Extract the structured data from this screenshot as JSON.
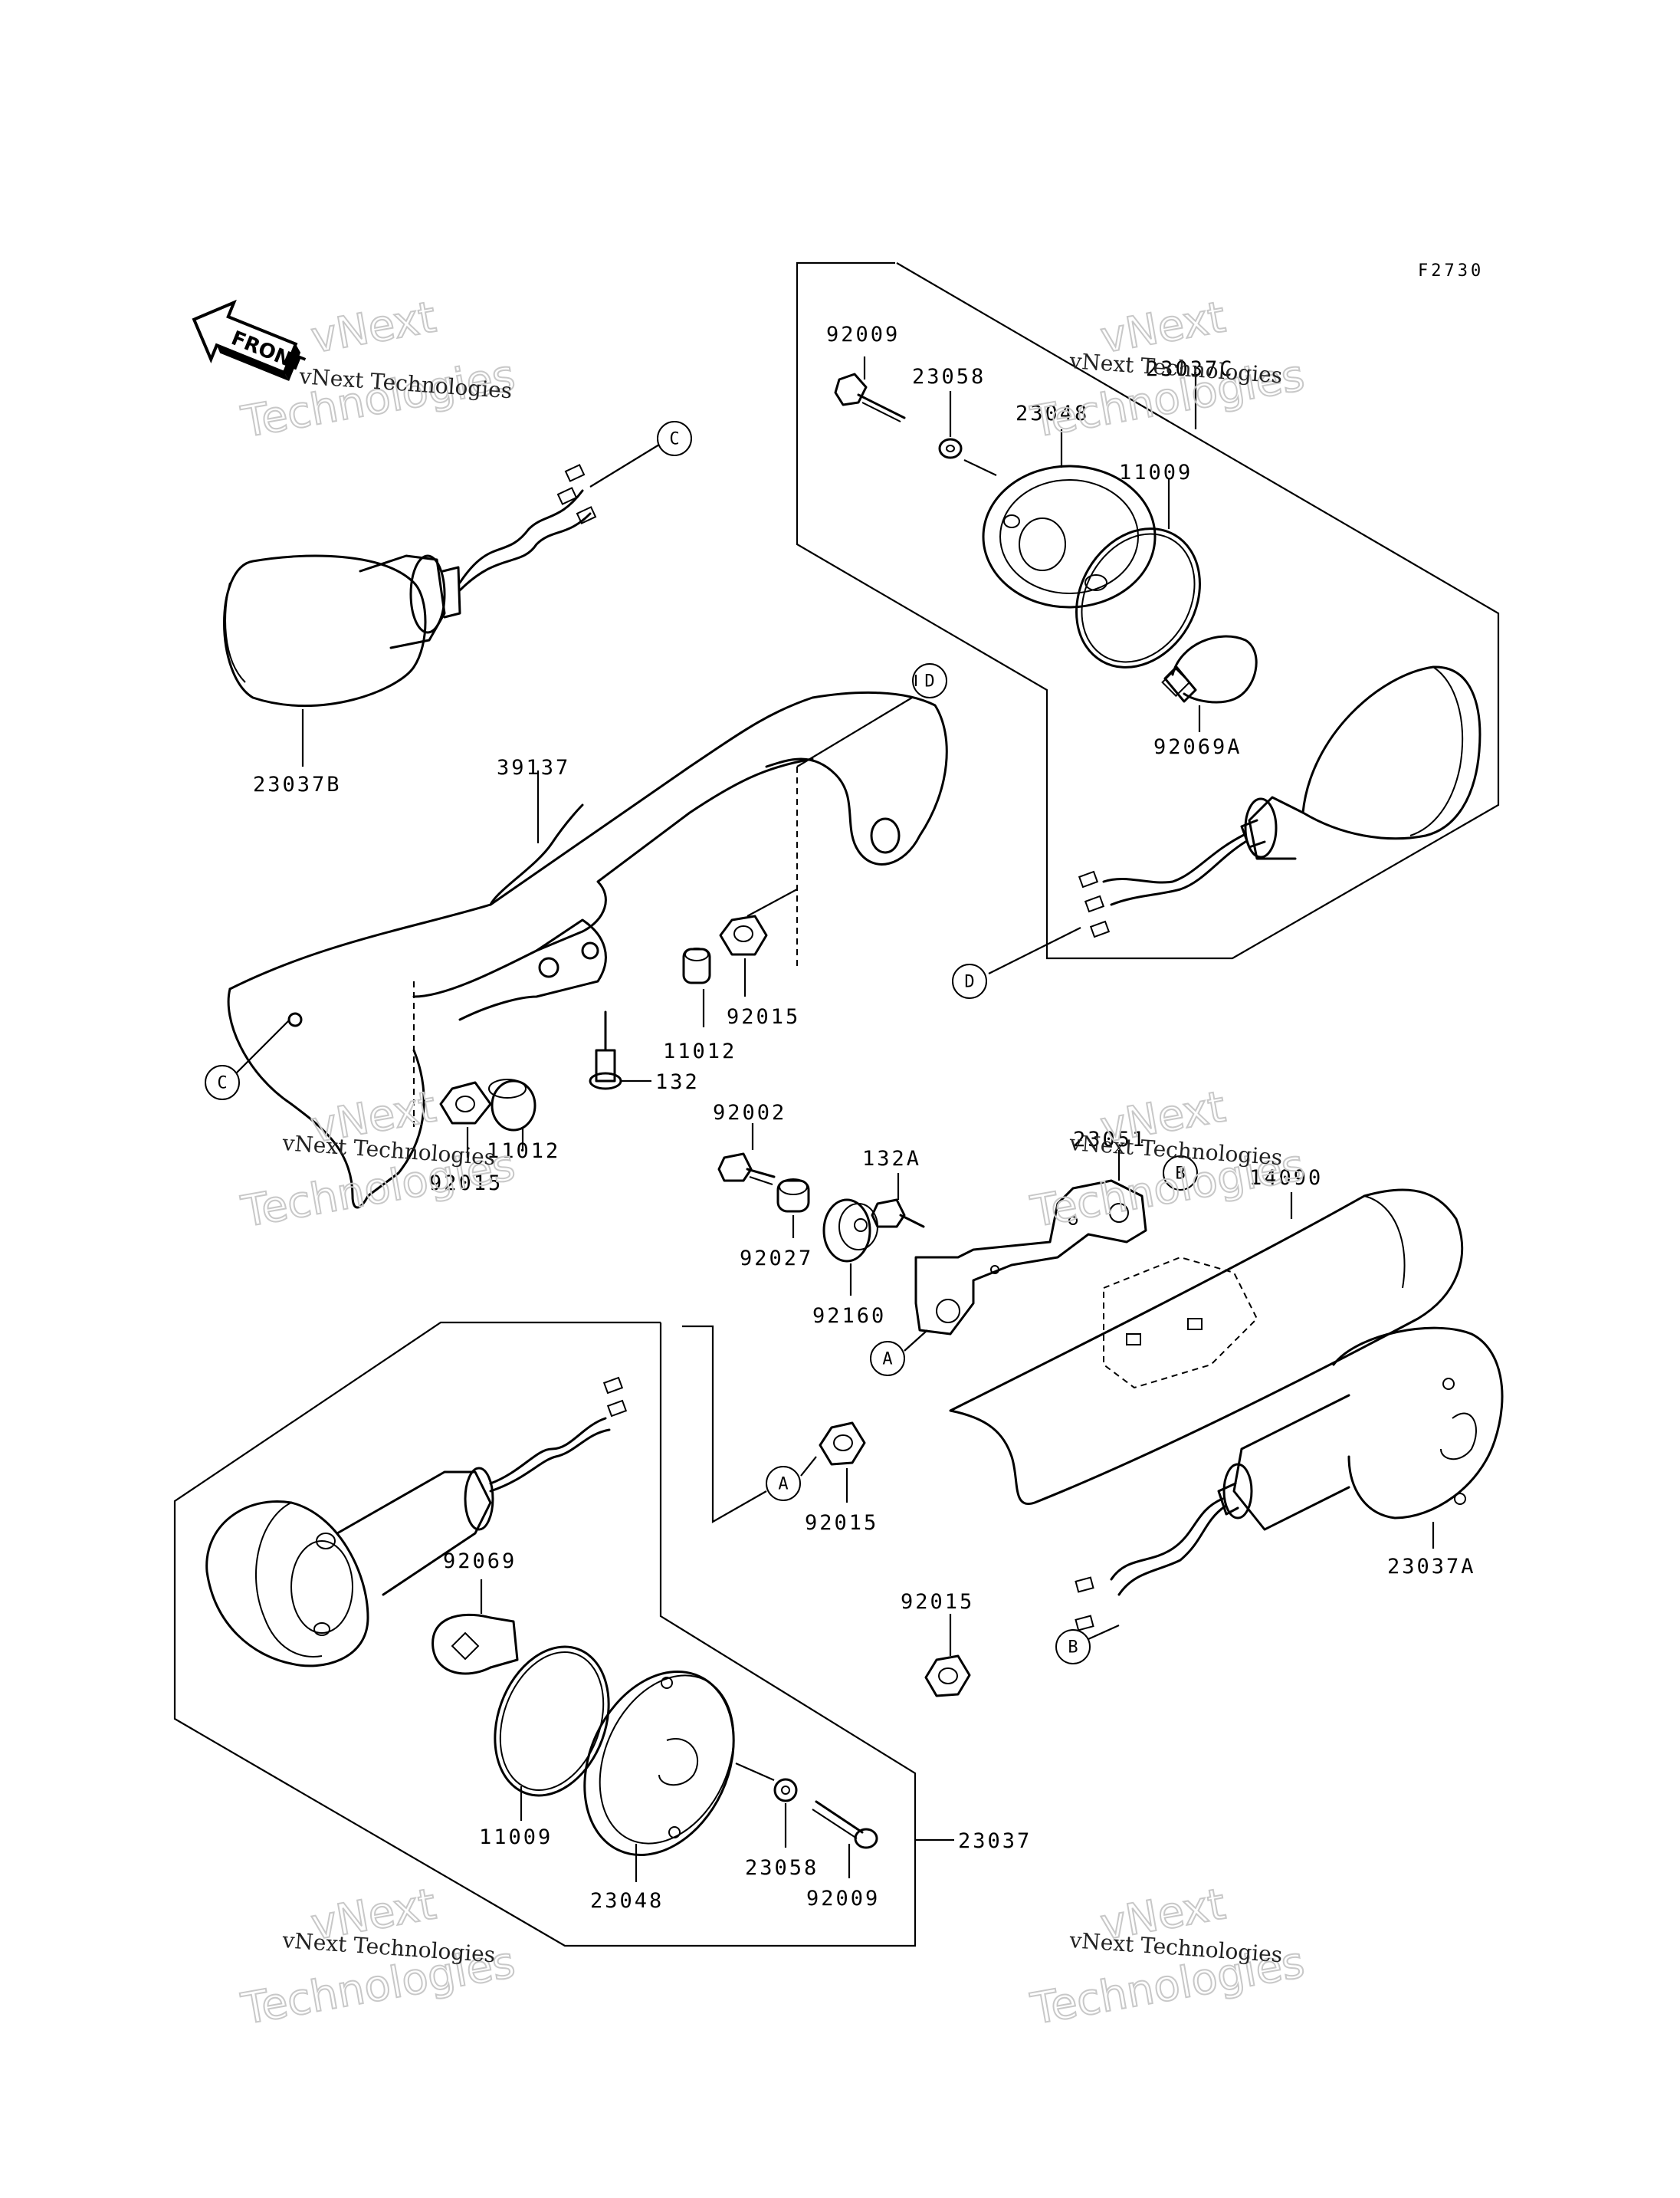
{
  "diagram_code": "F2730",
  "front_label": "FRONT",
  "watermark": {
    "line1": "vNext Technologies",
    "line2a": "vNext",
    "line2b": "Technologies"
  },
  "callouts": {
    "a": "A",
    "b": "B",
    "c": "C",
    "d": "D"
  },
  "parts": {
    "p23037B": "23037B",
    "p39137": "39137",
    "p92009_top": "92009",
    "p23058_top": "23058",
    "p23048_top": "23048",
    "p23037C": "23037C",
    "p11009_top": "11009",
    "p92069A": "92069A",
    "p11012_a": "11012",
    "p92015_a": "92015",
    "p132": "132",
    "p11012_b": "11012",
    "p92015_b": "92015",
    "p92002": "92002",
    "p132A": "132A",
    "p23051": "23051",
    "p14090": "14090",
    "p92027": "92027",
    "p92160": "92160",
    "p92015_c": "92015",
    "p23037A": "23037A",
    "p92015_d": "92015",
    "p92069": "92069",
    "p11009_bottom": "11009",
    "p23048_bottom": "23048",
    "p23058_bottom": "23058",
    "p92009_bottom": "92009",
    "p23037": "23037"
  }
}
